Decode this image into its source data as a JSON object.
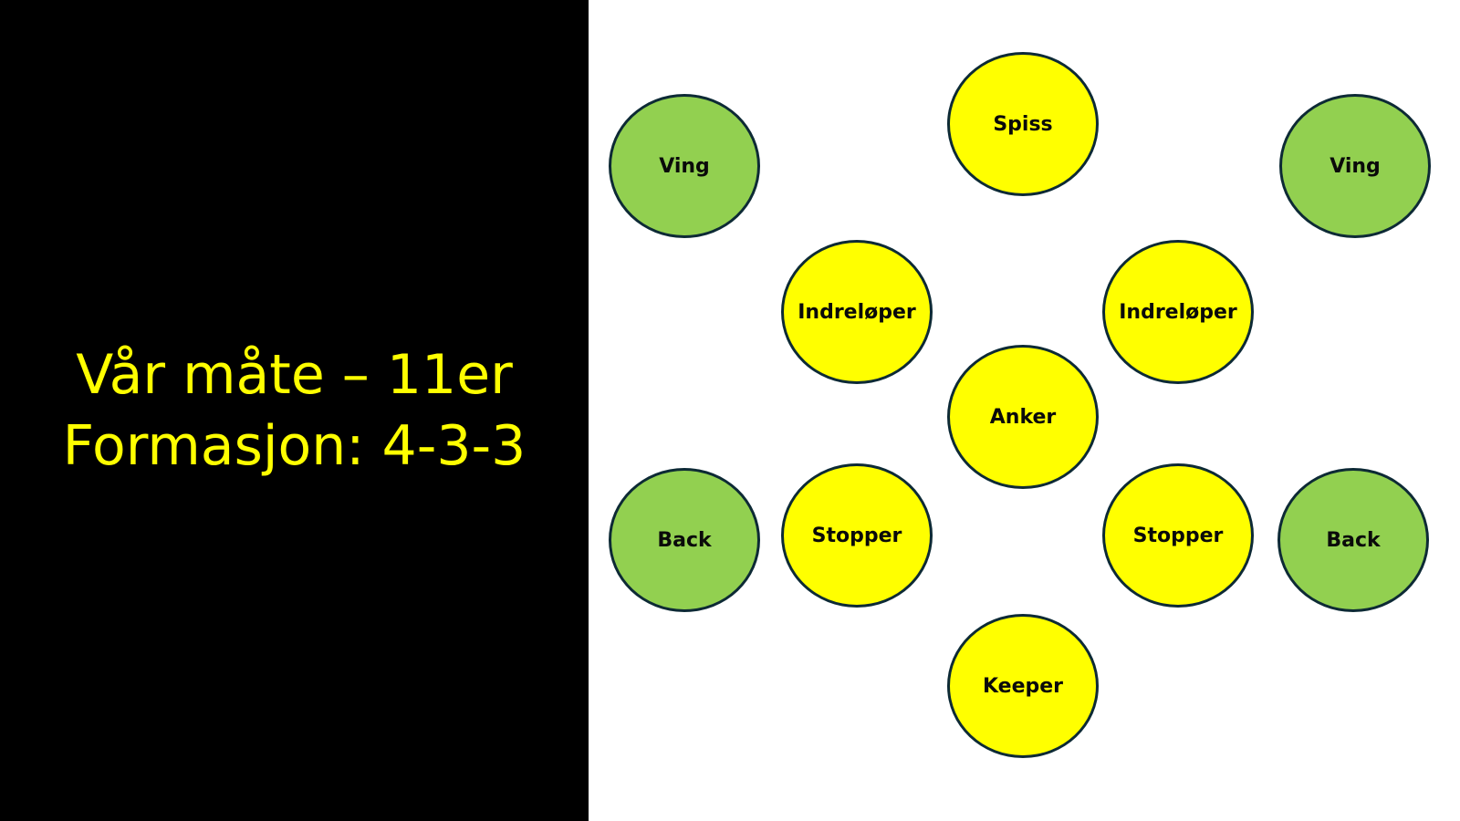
{
  "title": {
    "line1": "Vår måte – 11er",
    "line2": "Formasjon: 4-3-3"
  },
  "colors": {
    "background_left": "#000000",
    "title_text": "#ffff00",
    "circle_yellow": "#ffff00",
    "circle_green": "#92d050",
    "circle_border": "#0d2a35"
  },
  "players": {
    "ving_left": "Ving",
    "spiss": "Spiss",
    "ving_right": "Ving",
    "indrelop_left": "Indreløper",
    "indrelop_right": "Indreløper",
    "anker": "Anker",
    "back_left": "Back",
    "stopper_left": "Stopper",
    "stopper_right": "Stopper",
    "back_right": "Back",
    "keeper": "Keeper"
  }
}
